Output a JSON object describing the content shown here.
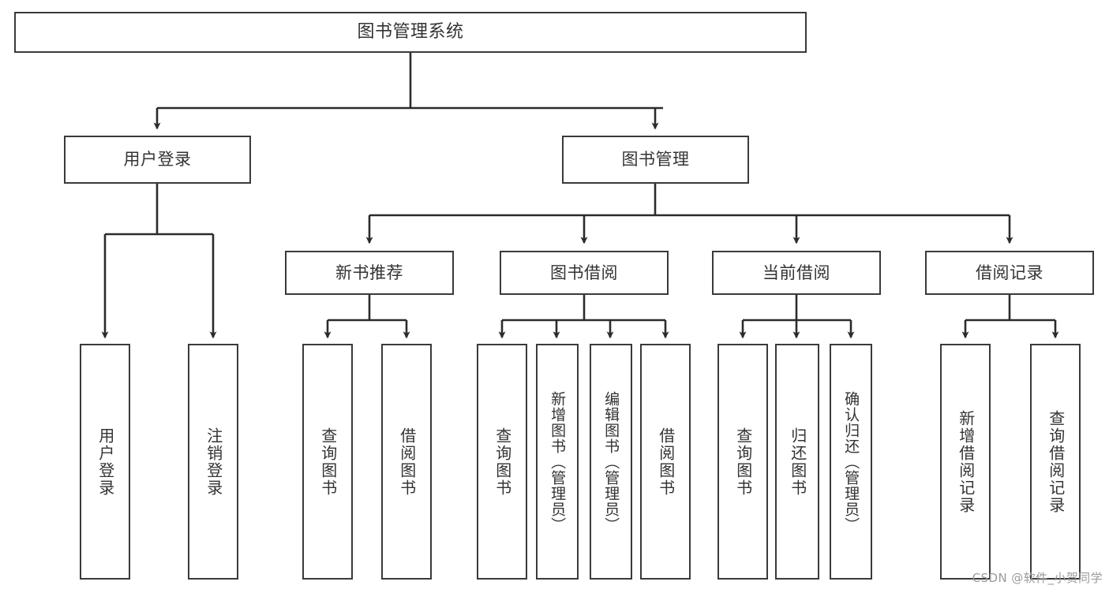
{
  "diagram": {
    "title": "图书管理系统",
    "type": "tree",
    "style": {
      "background": "#ffffff",
      "box_border": "#3a3a3a",
      "box_fill": "#ffffff",
      "text_color": "#333333",
      "edge_color": "#2b2b2b"
    },
    "levels": {
      "root": {
        "label": "图书管理系统"
      },
      "level1": [
        {
          "label": "用户登录"
        },
        {
          "label": "图书管理"
        }
      ],
      "level2": [
        {
          "label": "新书推荐"
        },
        {
          "label": "图书借阅"
        },
        {
          "label": "当前借阅"
        },
        {
          "label": "借阅记录"
        }
      ],
      "leaves": {
        "user_login": [
          {
            "label": "用户登录"
          },
          {
            "label": "注销登录"
          }
        ],
        "new_book_recommend": [
          {
            "label": "查询图书"
          },
          {
            "label": "借阅图书"
          }
        ],
        "book_borrow": [
          {
            "label": "查询图书"
          },
          {
            "label": "新增图书（管理员）"
          },
          {
            "label": "编辑图书（管理员）"
          },
          {
            "label": "借阅图书"
          }
        ],
        "current_borrow": [
          {
            "label": "查询图书"
          },
          {
            "label": "归还图书"
          },
          {
            "label": "确认归还（管理员）"
          }
        ],
        "borrow_record": [
          {
            "label": "新增借阅记录"
          },
          {
            "label": "查询借阅记录"
          }
        ]
      }
    }
  },
  "watermark": {
    "text": "CSDN @软件_小贺同学"
  }
}
